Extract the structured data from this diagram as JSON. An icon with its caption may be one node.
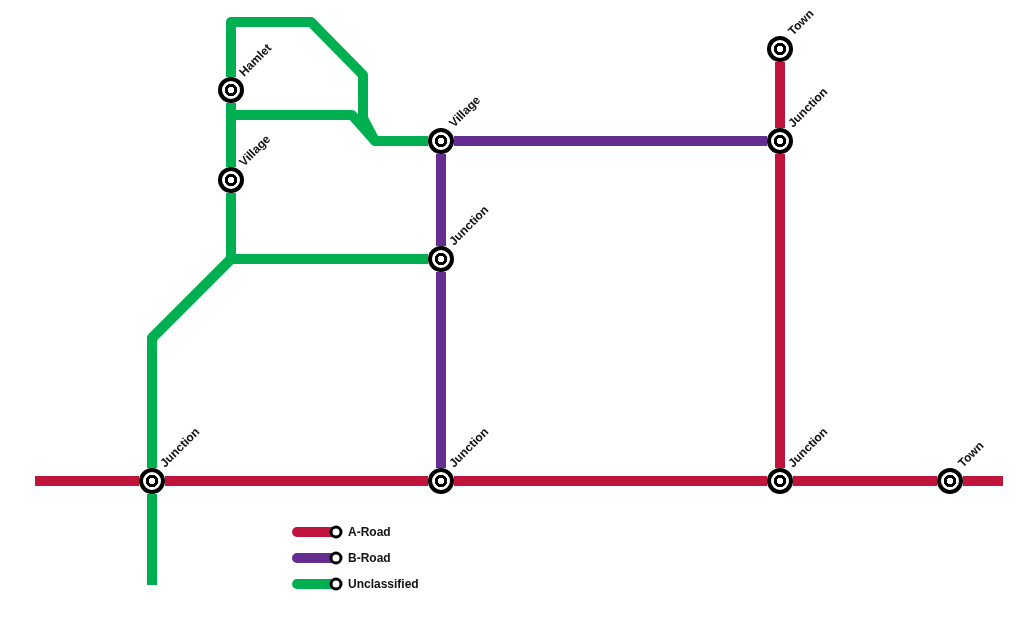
{
  "diagram": {
    "nodes": [
      {
        "text": [
          "Hamlet"
        ]
      },
      {
        "text": [
          "Village"
        ]
      },
      {
        "text": [
          "Village"
        ]
      },
      {
        "text": [
          "Junction"
        ]
      },
      {
        "text": [
          "Town"
        ]
      },
      {
        "text": [
          "Junction"
        ]
      },
      {
        "text": [
          "Junction"
        ]
      },
      {
        "text": [
          "Junction"
        ]
      },
      {
        "text": [
          "Junction"
        ]
      },
      {
        "text": [
          "Town"
        ]
      }
    ],
    "edges": [
      {
        "from": null,
        "to": 6,
        "arrow": "none"
      },
      {
        "from": 6,
        "to": 7,
        "arrow": "none"
      },
      {
        "from": 7,
        "to": 8,
        "arrow": "none"
      },
      {
        "from": 8,
        "to": 9,
        "arrow": "none"
      },
      {
        "from": 9,
        "to": null,
        "arrow": "none"
      },
      {
        "from": 4,
        "to": 5,
        "arrow": "none"
      },
      {
        "from": 5,
        "to": 8,
        "arrow": "none"
      },
      {
        "from": 2,
        "to": 5,
        "arrow": "none",
        "color": "#662d91"
      },
      {
        "from": 2,
        "to": 3,
        "arrow": "none",
        "color": "#662d91"
      },
      {
        "from": 3,
        "to": 7,
        "arrow": "none",
        "color": "#662d91"
      },
      {
        "from": 6,
        "to": null,
        "arrow": "none",
        "color": "#00b050"
      },
      {
        "from": 6,
        "to": 1,
        "arrow": "none",
        "color": "#00b050"
      },
      {
        "from": 6,
        "to": 3,
        "arrow": "none",
        "color": "#00b050"
      },
      {
        "from": 1,
        "to": 0,
        "arrow": "none",
        "color": "#00b050"
      },
      {
        "from": 0,
        "to": 2,
        "arrow": "none",
        "color": "#00b050"
      },
      {
        "from": 1,
        "to": 2,
        "arrow": "none",
        "color": "#00b050"
      }
    ],
    "legend": [
      {
        "text": "A-Road",
        "color": "#c0143c"
      },
      {
        "text": "B-Road",
        "color": "#662d91"
      },
      {
        "text": "Unclassified",
        "color": "#00b050"
      }
    ]
  }
}
